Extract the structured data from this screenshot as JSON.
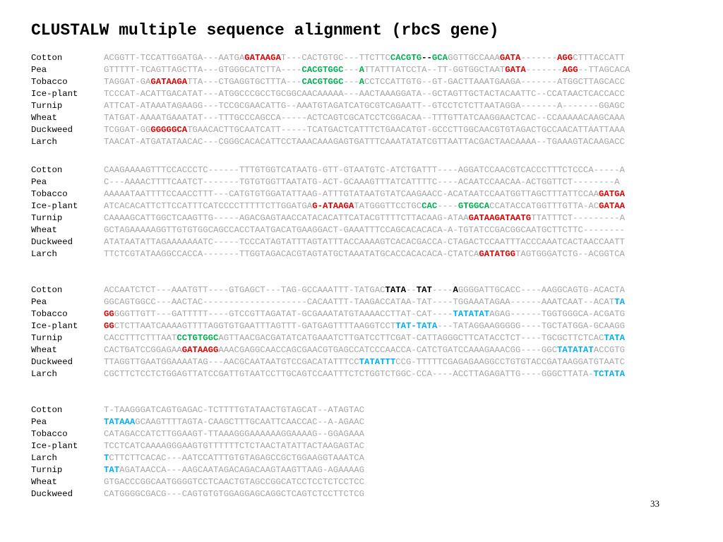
{
  "title": "CLUSTALW multiple sequence alignment (rbcS gene)",
  "page_number": "33",
  "colors": {
    "gray": "#a6a6a6",
    "red": "#e00000",
    "green": "#00b050",
    "cyan": "#00b0f0",
    "black": "#000000"
  },
  "blocks": [
    {
      "rows": [
        {
          "name": "Cotton",
          "seq": [
            {
              "t": "ACGGTT-TCCATTGGATGA---AATGA",
              "c": "gray"
            },
            {
              "t": "GATAAGA",
              "c": "red"
            },
            {
              "t": "T---CACTGTGC---TTCTTC",
              "c": "gray"
            },
            {
              "t": "CACGTG",
              "c": "green"
            },
            {
              "t": "--",
              "c": "black"
            },
            {
              "t": "GCA",
              "c": "green"
            },
            {
              "t": "GGTTGCCAAA",
              "c": "gray"
            },
            {
              "t": "GATA",
              "c": "red"
            },
            {
              "t": "-------",
              "c": "gray"
            },
            {
              "t": "AGG",
              "c": "red"
            },
            {
              "t": "CTTTACCATT",
              "c": "gray"
            }
          ]
        },
        {
          "name": "Pea",
          "seq": [
            {
              "t": "GTTTTT-TCAGTTAGCTTA---GTGGGCATCTTA----",
              "c": "gray"
            },
            {
              "t": "CACGTGGC",
              "c": "green"
            },
            {
              "t": "---",
              "c": "gray"
            },
            {
              "t": "A",
              "c": "green"
            },
            {
              "t": "TTATTTATCCTA--TT-GGTGGCTAAT",
              "c": "gray"
            },
            {
              "t": "GATA",
              "c": "red"
            },
            {
              "t": "-------",
              "c": "gray"
            },
            {
              "t": "AGG",
              "c": "red"
            },
            {
              "t": "--TTAGCACA",
              "c": "gray"
            }
          ]
        },
        {
          "name": "Tobacco",
          "seq": [
            {
              "t": "TAGGAT-GA",
              "c": "gray"
            },
            {
              "t": "GATAAGA",
              "c": "red"
            },
            {
              "t": "TTA---CTGAGGTGCTTTA---",
              "c": "gray"
            },
            {
              "t": "CACGTGGC",
              "c": "green"
            },
            {
              "t": "---",
              "c": "gray"
            },
            {
              "t": "A",
              "c": "green"
            },
            {
              "t": "CCTCCATTGTG--GT-GACTTAAATGAAGA-------ATGGCTTAGCACC",
              "c": "gray"
            }
          ]
        },
        {
          "name": "Ice-plant",
          "seq": [
            {
              "t": "TCCCAT-ACATTGACATAT---ATGGCCCGCCTGCGGCAACAAAAA---AACTAAAGGATA--GCTAGTTGCTACTACAATTC--CCATAACTCACCACC",
              "c": "gray"
            }
          ]
        },
        {
          "name": "Turnip",
          "seq": [
            {
              "t": "ATTCAT-ATAAATAGAAGG---TCCGCGAACATTG--AAATGTAGATCATGCGTCAGAATT--GTCCTCTCTTAATAGGA-------A-------GGAGC",
              "c": "gray"
            }
          ]
        },
        {
          "name": "Wheat",
          "seq": [
            {
              "t": "TATGAT-AAAATGAAATAT---TTTGCCCAGCCA-----ACTCAGTCGCATCCTCGGACAA--TTTGTTATCAAGGAACTCAC--CCAAAAACAAGCAAA",
              "c": "gray"
            }
          ]
        },
        {
          "name": "Duckweed",
          "seq": [
            {
              "t": "TCGGAT-GG",
              "c": "gray"
            },
            {
              "t": "GGGGGCA",
              "c": "red"
            },
            {
              "t": "TGAACACTTGCAATCATT-----TCATGACTCATTTCTGAACATGT-GCCCTTGGCAACGTGTAGACTGCCAACATTAATTAAA",
              "c": "gray"
            }
          ]
        },
        {
          "name": "Larch",
          "seq": [
            {
              "t": "TAACAT-ATGATATAACAC---CGGGCACACATTCCTAAACAAAGAGTGATTTCAAATATATCGTTAATTACGACTAACAAAA--TGAAAGTACAAGACC",
              "c": "gray"
            }
          ]
        }
      ]
    },
    {
      "rows": [
        {
          "name": "Cotton",
          "seq": [
            {
              "t": "CAAGAAAAGTTTCCACCCTC------TTTGTGGTCATAATG-GTT-GTAATGTC-ATCTGATTT----AGGATCCAACGTCACCCTTTCTCCCA-----A",
              "c": "gray"
            }
          ]
        },
        {
          "name": "Pea",
          "seq": [
            {
              "t": "C---AAAACTTTTCAATCT-------TGTGTGGTTAATATG-ACT-GCAAAGTTTATCATTTTC----ACAATCCAACAA-ACTGGTTCT--------A",
              "c": "gray"
            }
          ]
        },
        {
          "name": "Tobacco",
          "seq": [
            {
              "t": "AAAAATAATTTTCCAACCTTT---CATGTGTGGATATTAAG-ATTTGTATAATGTATCAAGAACC-ACATAATCCAATGGTTAGCTTTATTCCAA",
              "c": "gray"
            },
            {
              "t": "GATGA",
              "c": "red"
            }
          ]
        },
        {
          "name": "Ice-plant",
          "seq": [
            {
              "t": "ATCACACATTCTTCCATTTCATCCCCTTTTTCTTGGATGA",
              "c": "gray"
            },
            {
              "t": "G-ATAAGA",
              "c": "red"
            },
            {
              "t": "TATGGGTTCCTGC",
              "c": "gray"
            },
            {
              "t": "CAC",
              "c": "green"
            },
            {
              "t": "----",
              "c": "gray"
            },
            {
              "t": "GTGGCA",
              "c": "green"
            },
            {
              "t": "CCATACCATGGTTTGTTA-AC",
              "c": "gray"
            },
            {
              "t": "GATAA",
              "c": "red"
            }
          ]
        },
        {
          "name": "Turnip",
          "seq": [
            {
              "t": "CAAAAGCATTGGCTCAAGTTG-----AGACGAGTAACCATACACATTCATACGTTTTCTTACAAG-ATAA",
              "c": "gray"
            },
            {
              "t": "GATAAGATAATG",
              "c": "red"
            },
            {
              "t": "TTATTTCT---------A",
              "c": "gray"
            }
          ]
        },
        {
          "name": "Wheat",
          "seq": [
            {
              "t": "GCTAGAAAAAGGTTGTGTGGCAGCCACCTAATGACATGAAGGACT-GAAATTTCCAGCACACACA-A-TGTATCCGACGGCAATGCTTCTTC--------",
              "c": "gray"
            }
          ]
        },
        {
          "name": "Duckweed",
          "seq": [
            {
              "t": "ATATAATATTAGAAAAAAATC-----TCCCATAGTATTTAGTATTTACCAAAAGTCACACGACCA-CTAGACTCCAATTTACCCAAATCACTAACCAATT",
              "c": "gray"
            }
          ]
        },
        {
          "name": "Larch",
          "seq": [
            {
              "t": "TTCTCGTATAAGGCCACCA-------TTGGTAGACACGTAGTATGCTAAATATGCACCACACACA-CTATCA",
              "c": "gray"
            },
            {
              "t": "GATATGG",
              "c": "red"
            },
            {
              "t": "TAGTGGGATCTG--ACGGTCA",
              "c": "gray"
            }
          ]
        }
      ]
    },
    {
      "rows": [
        {
          "name": "Cotton",
          "seq": [
            {
              "t": "ACCAATCTCT---AAATGTT----GTGAGCT---TAG-GCCAAATTT-TATGAC",
              "c": "gray"
            },
            {
              "t": "TATA",
              "c": "black"
            },
            {
              "t": "--",
              "c": "gray"
            },
            {
              "t": "TAT",
              "c": "black"
            },
            {
              "t": "----",
              "c": "gray"
            },
            {
              "t": "A",
              "c": "black"
            },
            {
              "t": "GGGGATTGCACC----AAGGCAGTG-ACACTA",
              "c": "gray"
            }
          ]
        },
        {
          "name": "Pea",
          "seq": [
            {
              "t": "GGCAGTGGCC---AACTAC--------------------CACAATTT-TAAGACCATAA-TAT----TGGAAATAGAA------AAATCAAT--ACAT",
              "c": "gray"
            },
            {
              "t": "TA",
              "c": "cyan"
            }
          ]
        },
        {
          "name": "Tobacco",
          "seq": [
            {
              "t": "GG",
              "c": "red"
            },
            {
              "t": "GGGTTGTT---GATTTTT----GTCCGTTAGATAT-GCGAAATATGTAAAACCTTAT-CAT----",
              "c": "gray"
            },
            {
              "t": "TATATAT",
              "c": "cyan"
            },
            {
              "t": "AGAG------TGGTGGGCA-ACGATG",
              "c": "gray"
            }
          ]
        },
        {
          "name": "Ice-plant",
          "seq": [
            {
              "t": "GG",
              "c": "red"
            },
            {
              "t": "CTCTTAATCAAAAGTTTTAGGTGTGAATTTAGTTT-GATGAGTTTTAAGGTCCT",
              "c": "gray"
            },
            {
              "t": "TAT-TATA",
              "c": "cyan"
            },
            {
              "t": "---TATAGGAAGGGGG----TGCTATGGA-GCAAGG",
              "c": "gray"
            }
          ]
        },
        {
          "name": "Turnip",
          "seq": [
            {
              "t": "CACCTTTCTTTAAT",
              "c": "gray"
            },
            {
              "t": "CCTGTGGC",
              "c": "green"
            },
            {
              "t": "AGTTAACGACGATATCATGAAATCTTGATCCTTCGAT-CATTAGGGCTTCATACCTCT----TGCGCTTCTCAC",
              "c": "gray"
            },
            {
              "t": "TATA",
              "c": "cyan"
            }
          ]
        },
        {
          "name": "Wheat",
          "seq": [
            {
              "t": "CACTGATCCGGAGAA",
              "c": "gray"
            },
            {
              "t": "GATAAGG",
              "c": "red"
            },
            {
              "t": "AAACGAGGCAACCAGCGAACGTGAGCCATCCCAACCA-CATCTGATCCAAAGAAACGG----GGC",
              "c": "gray"
            },
            {
              "t": "TATATAT",
              "c": "cyan"
            },
            {
              "t": "ACCGTG",
              "c": "gray"
            }
          ]
        },
        {
          "name": "Duckweed",
          "seq": [
            {
              "t": "TTAGGTTGAATGGAAAATAG---AACGCAATAATGTCCGACATATTTCC",
              "c": "gray"
            },
            {
              "t": "TATATTT",
              "c": "cyan"
            },
            {
              "t": "CCG-TTTTTCGAGAGAAGGCCTGTGTACCGATAAGGATGTAATC",
              "c": "gray"
            }
          ]
        },
        {
          "name": "Larch",
          "seq": [
            {
              "t": "CGCTTCTCCTCTGGAGTTATCCGATTGTAATCCTTGCAGTCCAATTTCTCTGGTCTGGC-CCA----ACCTTAGAGATTG----GGGCTTATA-",
              "c": "gray"
            },
            {
              "t": "TCTATA",
              "c": "cyan"
            }
          ]
        }
      ]
    },
    {
      "rows": [
        {
          "name": "Cotton",
          "seq": [
            {
              "t": "T-TAAGGGATCAGTGAGAC-TCTTTTGTATAACTGTAGCAT--ATAGTAC",
              "c": "gray"
            }
          ]
        },
        {
          "name": "Pea",
          "seq": [
            {
              "t": "TATAAA",
              "c": "cyan"
            },
            {
              "t": "GCAAGTTTTAGTA-CAAGCTTTGCAATTCAACCAC--A-AGAAC",
              "c": "gray"
            }
          ]
        },
        {
          "name": "Tobacco",
          "seq": [
            {
              "t": "CATAGACCATCTTGGAAGT-TTAAAGGGAAAAAAGGAAAAG--GGAGAAA",
              "c": "gray"
            }
          ]
        },
        {
          "name": "Ice-plant",
          "seq": [
            {
              "t": "TCCTCATCAAAAGGGAAGTGTTTTTTCTCTAACTATATTACTAAGAGTAC",
              "c": "gray"
            }
          ]
        },
        {
          "name": "Larch",
          "seq": [
            {
              "t": "T",
              "c": "cyan"
            },
            {
              "t": "CTTCTTCACAC---AATCCATTTGTGTAGAGCCGCTGGAAGGTAAATCA",
              "c": "gray"
            }
          ]
        },
        {
          "name": "Turnip",
          "seq": [
            {
              "t": "TAT",
              "c": "cyan"
            },
            {
              "t": "AGATAACCA---AAGCAATAGACAGACAAGTAAGTTAAG-AGAAAAG",
              "c": "gray"
            }
          ]
        },
        {
          "name": "Wheat",
          "seq": [
            {
              "t": "GTGACCCGGCAATGGGGTCCTCAACTGTAGCCGGCATCCTCCTCTCCTCC",
              "c": "gray"
            }
          ]
        },
        {
          "name": "Duckweed",
          "seq": [
            {
              "t": "CATGGGGCGACG---CAGTGTGTGGAGGAGCAGGCTCAGTCTCCTTCTCG",
              "c": "gray"
            }
          ]
        }
      ]
    }
  ]
}
